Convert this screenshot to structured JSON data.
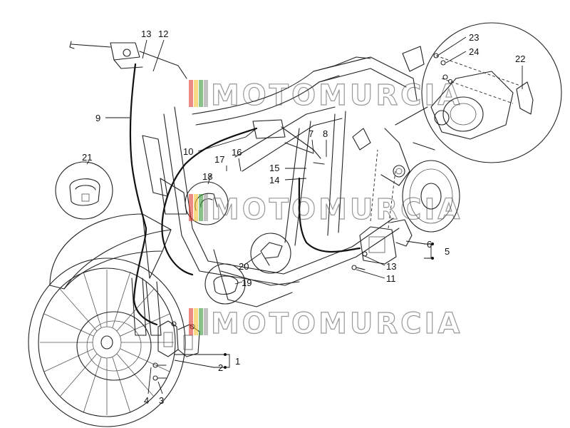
{
  "watermark": {
    "text": "MOTOMURCIA",
    "stripe_colors": [
      "#e03a2f",
      "#f2c230",
      "#3a9b3a",
      "#9a9a9a"
    ]
  },
  "callouts": {
    "c1": "1",
    "c2": "2",
    "c3": "3",
    "c4": "4",
    "c5": "5",
    "c6": "6",
    "c7": "7",
    "c8": "8",
    "c9": "9",
    "c10": "10",
    "c11": "11",
    "c12": "12",
    "c13_top": "13",
    "c13_rear": "13",
    "c14": "14",
    "c15": "15",
    "c16": "16",
    "c17": "17",
    "c18": "18",
    "c19": "19",
    "c20": "20",
    "c21": "21",
    "c22": "22",
    "c23": "23",
    "c24": "24"
  }
}
